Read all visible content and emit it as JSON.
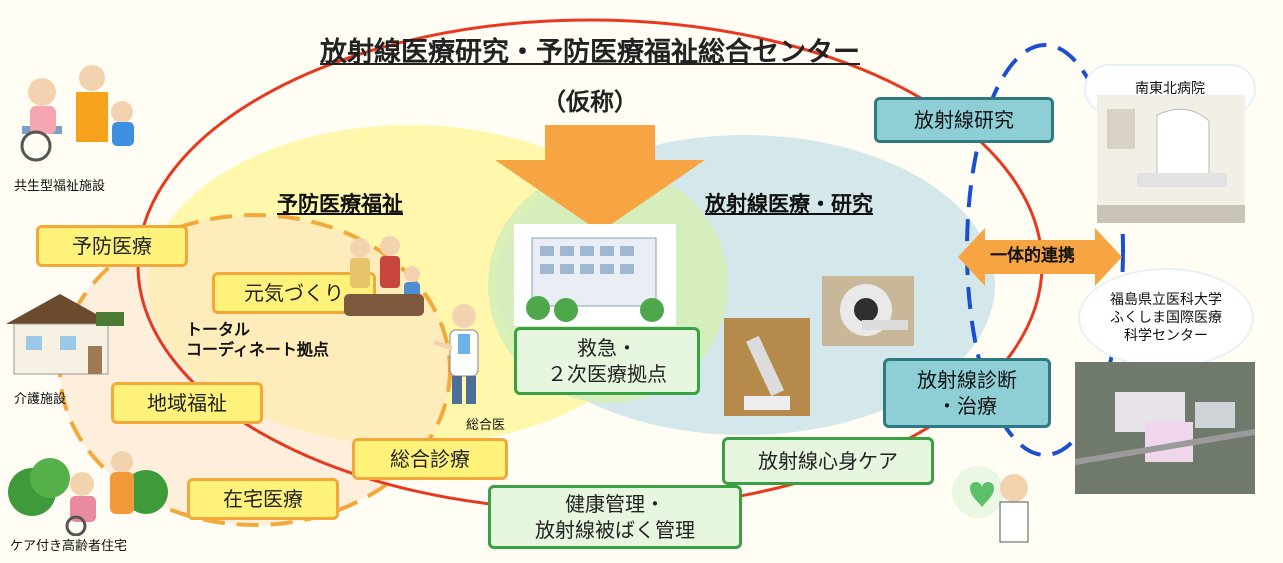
{
  "title": {
    "main": "放射線医療研究・予防医療福祉総合センター",
    "sub": "（仮称）"
  },
  "sections": {
    "prevention": "予防医療福祉",
    "radiation": "放射線医療・研究"
  },
  "boxes": {
    "yobou": "予防医療",
    "genki": "元気づくり",
    "chiiki": "地域福祉",
    "sougou_shinryou": "総合診療",
    "zaitaku": "在宅医療",
    "kyuukyuu_1": "救急・",
    "kyuukyuu_2": "２次医療拠点",
    "kenkou_1": "健康管理・",
    "kenkou_2": "放射線被ばく管理",
    "shinshin": "放射線心身ケア",
    "kenkyuu": "放射線研究",
    "shindan_1": "放射線診断",
    "shindan_2": "・治療"
  },
  "labels": {
    "total_1": "トータル",
    "total_2": "コーディネート拠点",
    "doctor": "総合医",
    "renkei": "一体的連携"
  },
  "facilities": {
    "kyousei": "共生型福祉施設",
    "kaigo": "介護施設",
    "care_jutaku": "ケア付き高齢者住宅"
  },
  "partners": {
    "nantou": "南東北病院",
    "fukushima_1": "福島県立医科大学",
    "fukushima_2": "ふくしま国際医療",
    "fukushima_3": "科学センター"
  },
  "colors": {
    "yellow_fill": "#fff27a",
    "orange_border": "#f3a93a",
    "green_border": "#3aa044",
    "teal_fill": "#8ecfd6",
    "red_circle": "#e8391e",
    "blue_dash": "#1a4fd0",
    "arrow_orange": "#f7a542"
  },
  "icons": {
    "elderly_family": "elderly-family-illustration",
    "care_house": "care-house-illustration",
    "caregiver": "caregiver-illustration",
    "family": "family-illustration",
    "doctor": "doctor-illustration",
    "hospital": "hospital-illustration",
    "ct_scanner": "ct-scanner-photo",
    "robot_arm": "robot-arm-photo",
    "heart_person": "heart-person-illustration",
    "linac": "linac-photo",
    "aerial": "aerial-photo"
  }
}
